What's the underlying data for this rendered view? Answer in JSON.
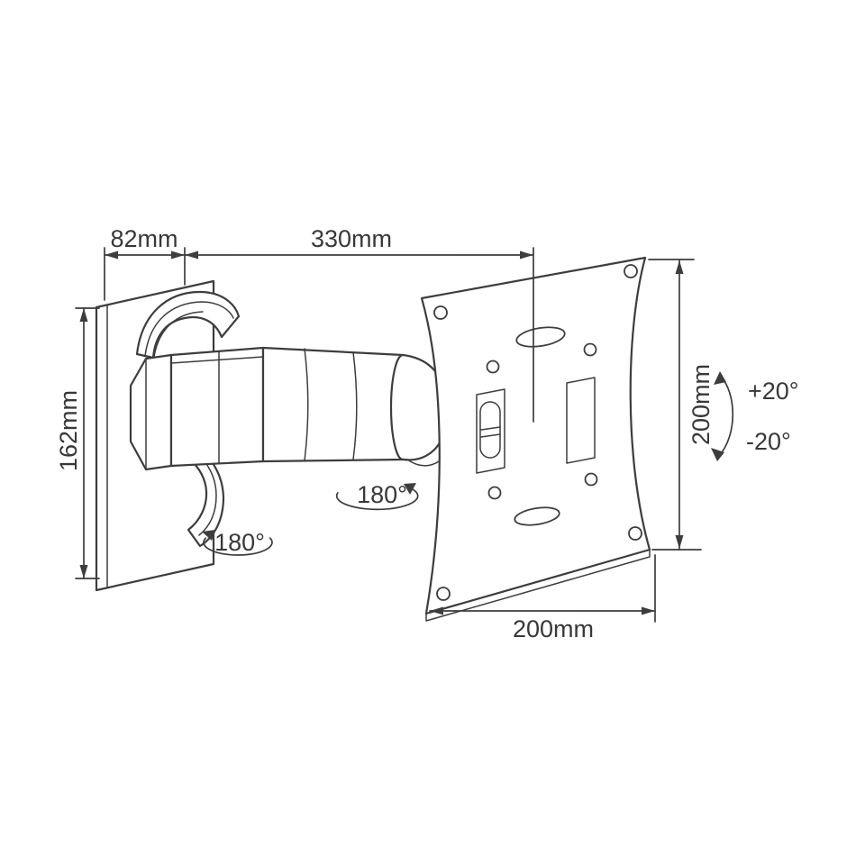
{
  "diagram": {
    "subject": "Articulating TV wall-mount bracket technical line drawing",
    "background_color": "#ffffff",
    "line_color": "#3d3d3d",
    "text_color": "#383838"
  },
  "labels": {
    "wall_plate_depth": "82mm",
    "arm_reach": "330mm",
    "wall_plate_height": "162mm",
    "vesa_plate_height": "200mm",
    "vesa_plate_width": "200mm",
    "tilt_up": "+20°",
    "tilt_down": "-20°",
    "swivel_front": "180°",
    "swivel_wall": "180°"
  }
}
